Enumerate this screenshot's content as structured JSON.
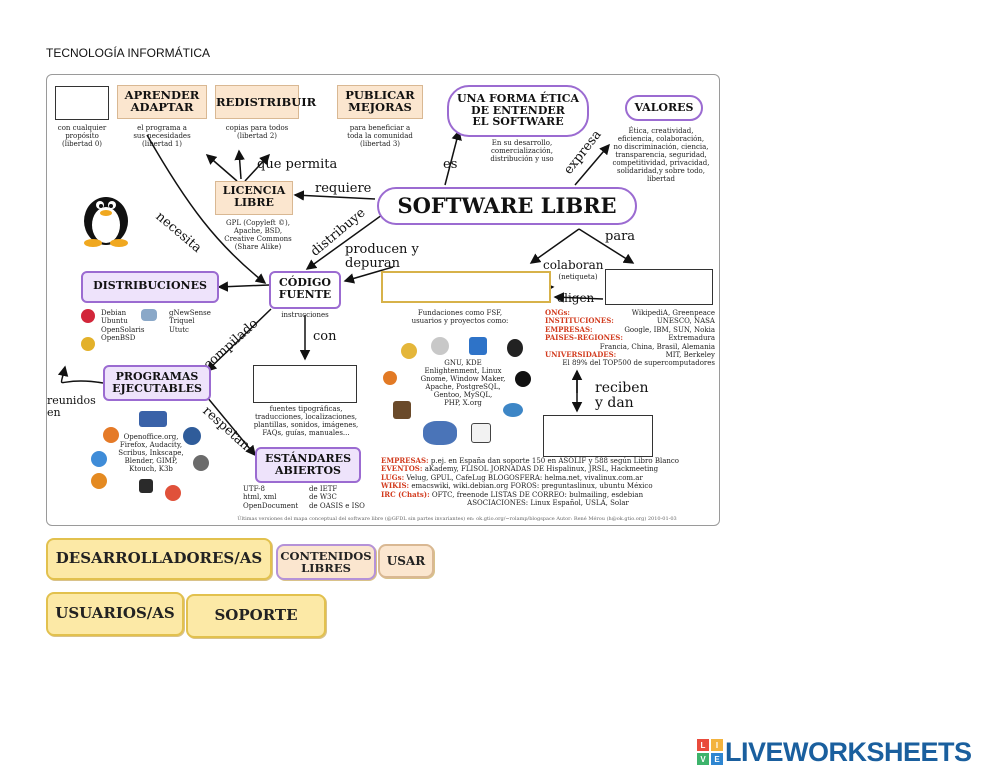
{
  "page": {
    "title": "TECNOLOGÍA INFORMÁTICA"
  },
  "map": {
    "nodes": {
      "aprender": "APRENDER\nADAPTAR",
      "redistribuir": "REDISTRIBUIR",
      "publicar": "PUBLICAR\nMEJORAS",
      "forma_etica": "UNA FORMA ÉTICA\nDE ENTENDER\nEL SOFTWARE",
      "valores": "VALORES",
      "licencia": "LICENCIA\nLIBRE",
      "software_libre": "SOFTWARE LIBRE",
      "distribuciones": "DISTRIBUCIONES",
      "codigo": "CÓDIGO\nFUENTE",
      "programas": "PROGRAMAS\nEJECUTABLES",
      "estandares": "ESTÁNDARES\nABIERTOS"
    },
    "notes": {
      "blank1": "con cualquier\npropósito\n(libertad 0)",
      "aprender": "el programa a\nsus necesidades\n(libertad 1)",
      "redistribuir": "copias para todos\n(libertad 2)",
      "publicar": "para beneficiar a\ntoda la comunidad\n(libertad 3)",
      "etica": "En su desarrollo,\ncomercialización,\ndistribución y uso",
      "valores": "Ética, creatividad,\neficiencia, colaboración,\nno discriminación, ciencia,\ntransparencia, seguridad,\ncompetitividad, privacidad,\nsolidaridad,y sobre todo,\nlibertad",
      "licencia": "GPL (Copyleft ©),\nApache, BSD,\nCreative Commons\n(Share Alike)",
      "netiqueta": "(netiqueta)",
      "fundaciones": "Fundaciones como FSF,\nusuarios y proyectos como:",
      "distros_left": "Debian\nUbuntu\nOpenSolaris\nOpenBSD",
      "distros_right": "gNewSense\nTriquel\nUtutc",
      "instrucciones": "instrucciones",
      "proyectos": "GNU, KDE\nEnlightenment, Linux\nGnome, Window Maker,\nApache, PostgreSQL,\nGentoo, MySQL,\nPHP, X.org",
      "apps": "Openoffice.org,\nFirefox, Audacity,\nScribus, Inkscape,\nBlender, GIMP,\nKtouch, K3b",
      "contenidos": "fuentes tipográficas,\ntraducciones, localizaciones,\nplantillas, sonidos, imágenes,\nFAQs, guías, manuales...",
      "std_left": "UTF-8\nhtml, xml\nOpenDocument",
      "std_right": "de IETF\nde W3C\nde OASIS e ISO",
      "footer": "Últimas versiones del mapa conceptual del software libre (@GFDL sin partes invariantes) en: ok.gtio.org/~rolamp/blogspace  Autor: René Mérou (h@ok.gtio.org) 2010-01-03"
    },
    "links": {
      "que_permita": "que permita",
      "requiere": "requiere",
      "es": "es",
      "expresa": "expresa",
      "necesita": "necesita",
      "distribuye": "distribuye",
      "producen": "producen y\ndepuran",
      "para": "para",
      "colaboran": "colaboran",
      "eligen": "eligen",
      "compilado": "compilado",
      "con": "con",
      "reunidos": "reunidos\nen",
      "respetan": "respetan",
      "reciben": "reciben\ny dan"
    },
    "support": [
      {
        "k": "ONGs:",
        "v": "WikipediA, Greenpeace"
      },
      {
        "k": "INSTITUCIONES:",
        "v": "UNESCO, NASA"
      },
      {
        "k": "EMPRESAS:",
        "v": "Google, IBM, SUN, Nokia"
      },
      {
        "k": "PAISES-REGIONES:",
        "v": "Extremadura"
      },
      {
        "k": "",
        "v": "Francia, China, Brasil, Alemania"
      },
      {
        "k": "UNIVERSIDADES:",
        "v": "MIT, Berkeley"
      },
      {
        "k": "",
        "v": "El 89% del TOP500 de supercomputadores"
      }
    ],
    "community": [
      {
        "k": "EMPRESAS:",
        "v": "p.ej. en España dan soporte 150 en ASOLIF y 588 según Libro Blanco"
      },
      {
        "k": "EVENTOS:",
        "v": "aKademy, FLISOL  JORNADAS DE  Hispalinux, JRSL, Hackmeeting"
      },
      {
        "k": "LUGs:",
        "v": "Velug, GPUL, CafeLug  BLOGOSFERA:  helma.net, vivalinux.com.ar"
      },
      {
        "k": "WIKIS:",
        "v": "emacswiki, wiki.debian.org  FOROS:  preguntaslinux, ubuntu México"
      },
      {
        "k": "IRC (Chats):",
        "v": "OFTC, freenode  LISTAS DE CORREO:  bulmailing, esdebian"
      },
      {
        "k": "",
        "v": "ASOCIACIONES:  Linux Español, USLA, Solar"
      }
    ]
  },
  "chips": {
    "desarrolladores": "DESARROLLADORES/AS",
    "contenidos": "CONTENIDOS\nLIBRES",
    "usar": "USAR",
    "usuarios": "USUARIOS/AS",
    "soporte": "SOPORTE"
  },
  "brand": {
    "mark": [
      "L",
      "I",
      "V",
      "E"
    ],
    "name": "LIVEWORKSHEETS",
    "colors": {
      "mark1": "#e94b3c",
      "mark2": "#f3b33d",
      "mark3": "#3db36b",
      "mark4": "#2f86d1",
      "text": "#1a5f9e"
    }
  }
}
